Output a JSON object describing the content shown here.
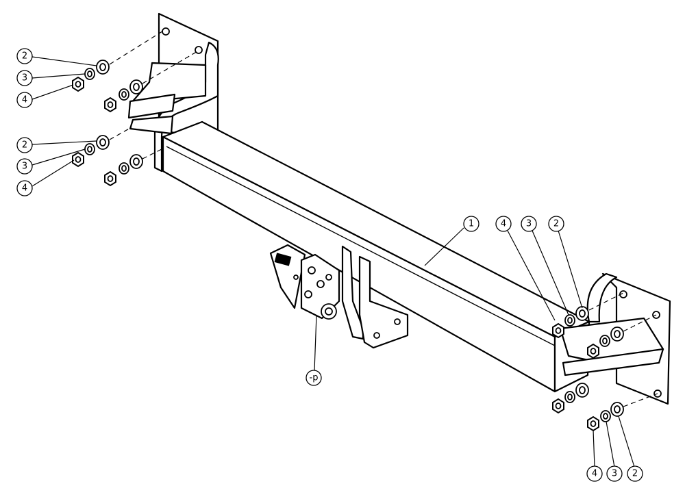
{
  "balloons": {
    "b1": "1",
    "b2": "2",
    "b3": "3",
    "b4": "4",
    "bp": "-p"
  },
  "colors": {
    "line": "#000000",
    "background": "#ffffff"
  }
}
